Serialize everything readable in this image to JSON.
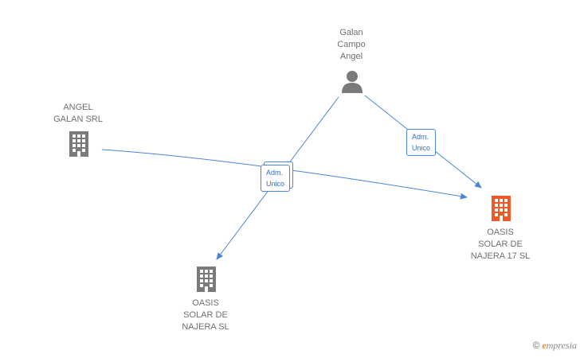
{
  "nodes": {
    "person": {
      "label": "Galan\nCampo\nAngel",
      "icon": "person-icon"
    },
    "angel_galan": {
      "label": "ANGEL\nGALAN SRL",
      "icon": "building-icon"
    },
    "oasis_17": {
      "label": "OASIS\nSOLAR DE\nNAJERA 17 SL",
      "icon": "building-icon",
      "color": "#f05a28"
    },
    "oasis": {
      "label": "OASIS\nSOLAR DE\nNAJERA SL",
      "icon": "building-icon"
    }
  },
  "edge_labels": {
    "center": "Adm.\nUnico",
    "right": "Adm.\nUnico"
  },
  "brand": {
    "copyright": "©",
    "e": "e",
    "rest": "mpresia"
  },
  "colors": {
    "edge": "#4a86d6",
    "node": "#7a7a7a",
    "highlight": "#f05a28"
  }
}
